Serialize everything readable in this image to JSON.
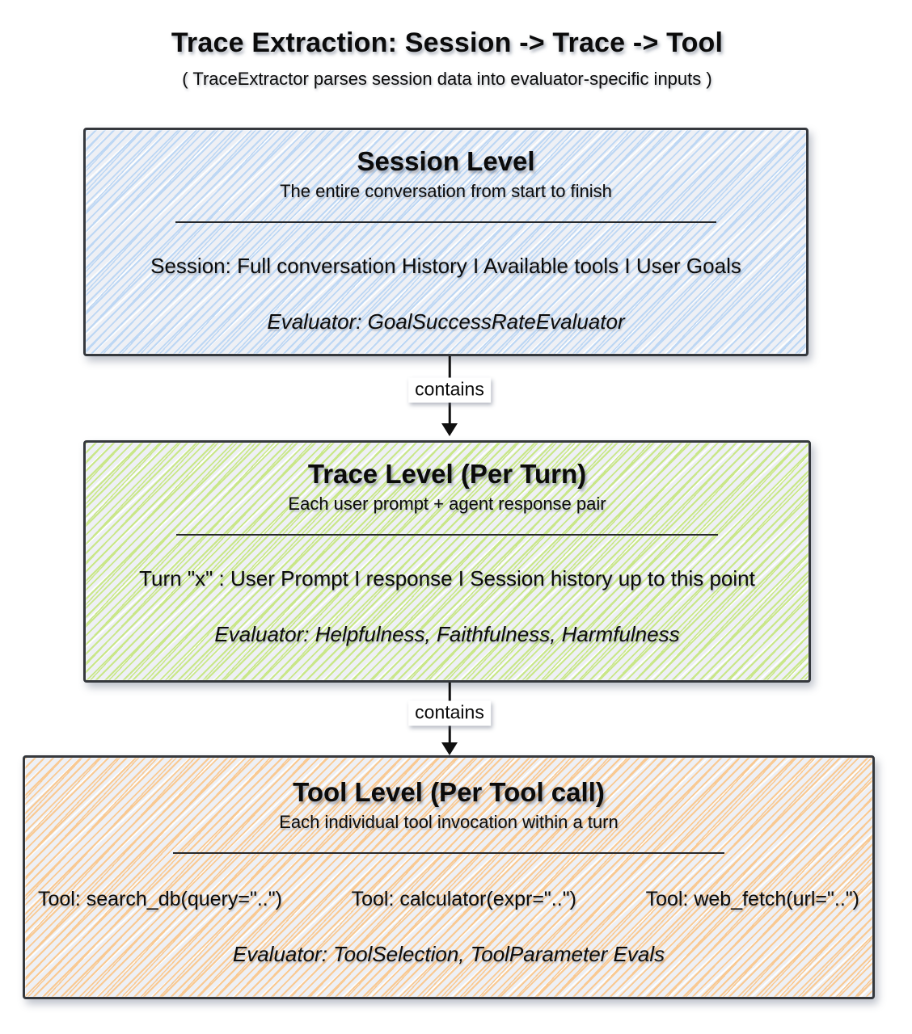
{
  "header": {
    "title": "Trace Extraction: Session -> Trace -> Tool",
    "subtitle": "( TraceExtractor parses session data into evaluator-specific inputs )"
  },
  "boxes": [
    {
      "id": "session-level",
      "title": "Session Level",
      "subtitle": "The entire conversation from start to finish",
      "body": "Session: Full conversation History I Available tools I User Goals",
      "evaluator": "Evaluator: GoalSuccessRateEvaluator",
      "hatch_color": "#bdd7f4"
    },
    {
      "id": "trace-level",
      "title": "Trace Level (Per Turn)",
      "subtitle": "Each user prompt + agent response pair",
      "body": "Turn \"x\" : User Prompt I response I Session history up to this point",
      "evaluator": "Evaluator: Helpfulness, Faithfulness, Harmfulness",
      "hatch_color": "#c9e788"
    },
    {
      "id": "tool-level",
      "title": "Tool Level (Per Tool call)",
      "subtitle": "Each individual tool invocation within a turn",
      "tools": [
        "Tool: search_db(query=\"..\")",
        "Tool: calculator(expr=\"..\")",
        "Tool: web_fetch(url=\"..\")"
      ],
      "evaluator": "Evaluator: ToolSelection, ToolParameter Evals",
      "hatch_color": "#f9c992"
    }
  ],
  "connectors": [
    {
      "label": "contains"
    },
    {
      "label": "contains"
    }
  ],
  "colors": {
    "box_border": "#35383d",
    "box_base_bg": "#eef0f5",
    "session_hatch": "#bdd7f4",
    "trace_hatch": "#c9e788",
    "tool_hatch": "#f9c992",
    "text": "#0b0b0b",
    "arrow": "#101010"
  }
}
